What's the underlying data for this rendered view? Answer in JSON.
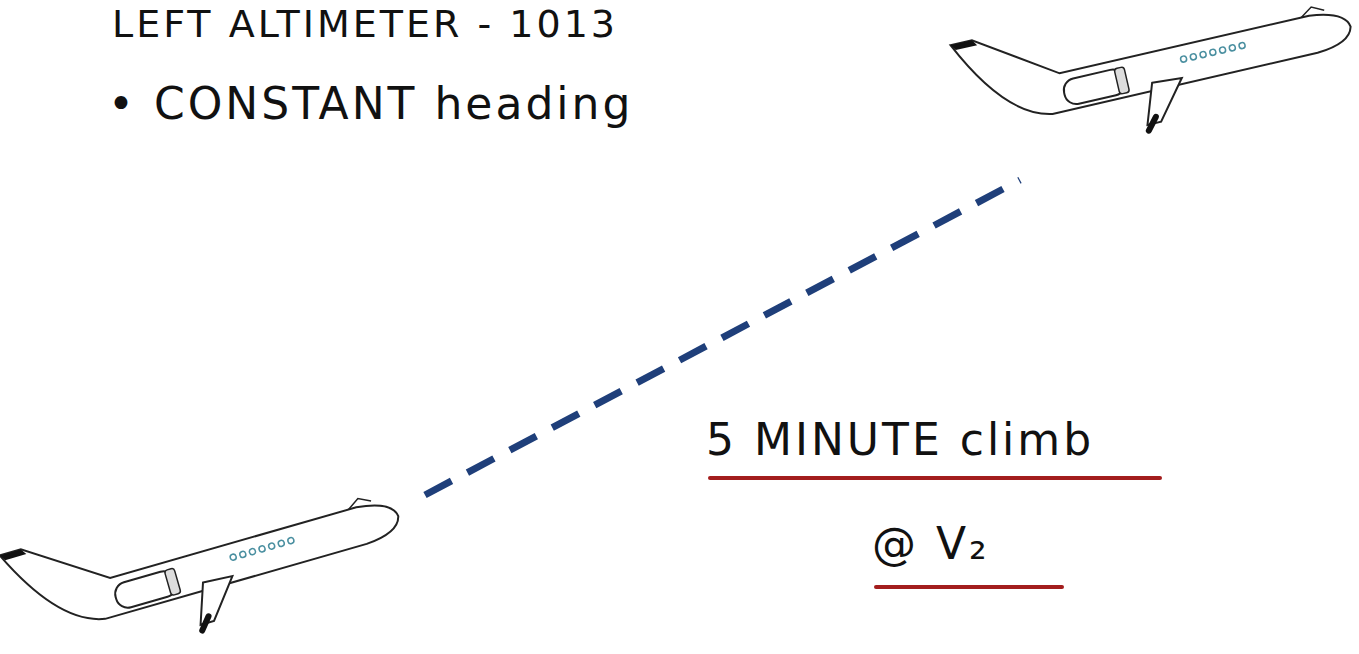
{
  "diagram": {
    "labels": [
      "LEFT ALTIMETER - 1013",
      "• CONSTANT heading",
      "5 MINUTE climb",
      "@ V₂"
    ]
  }
}
